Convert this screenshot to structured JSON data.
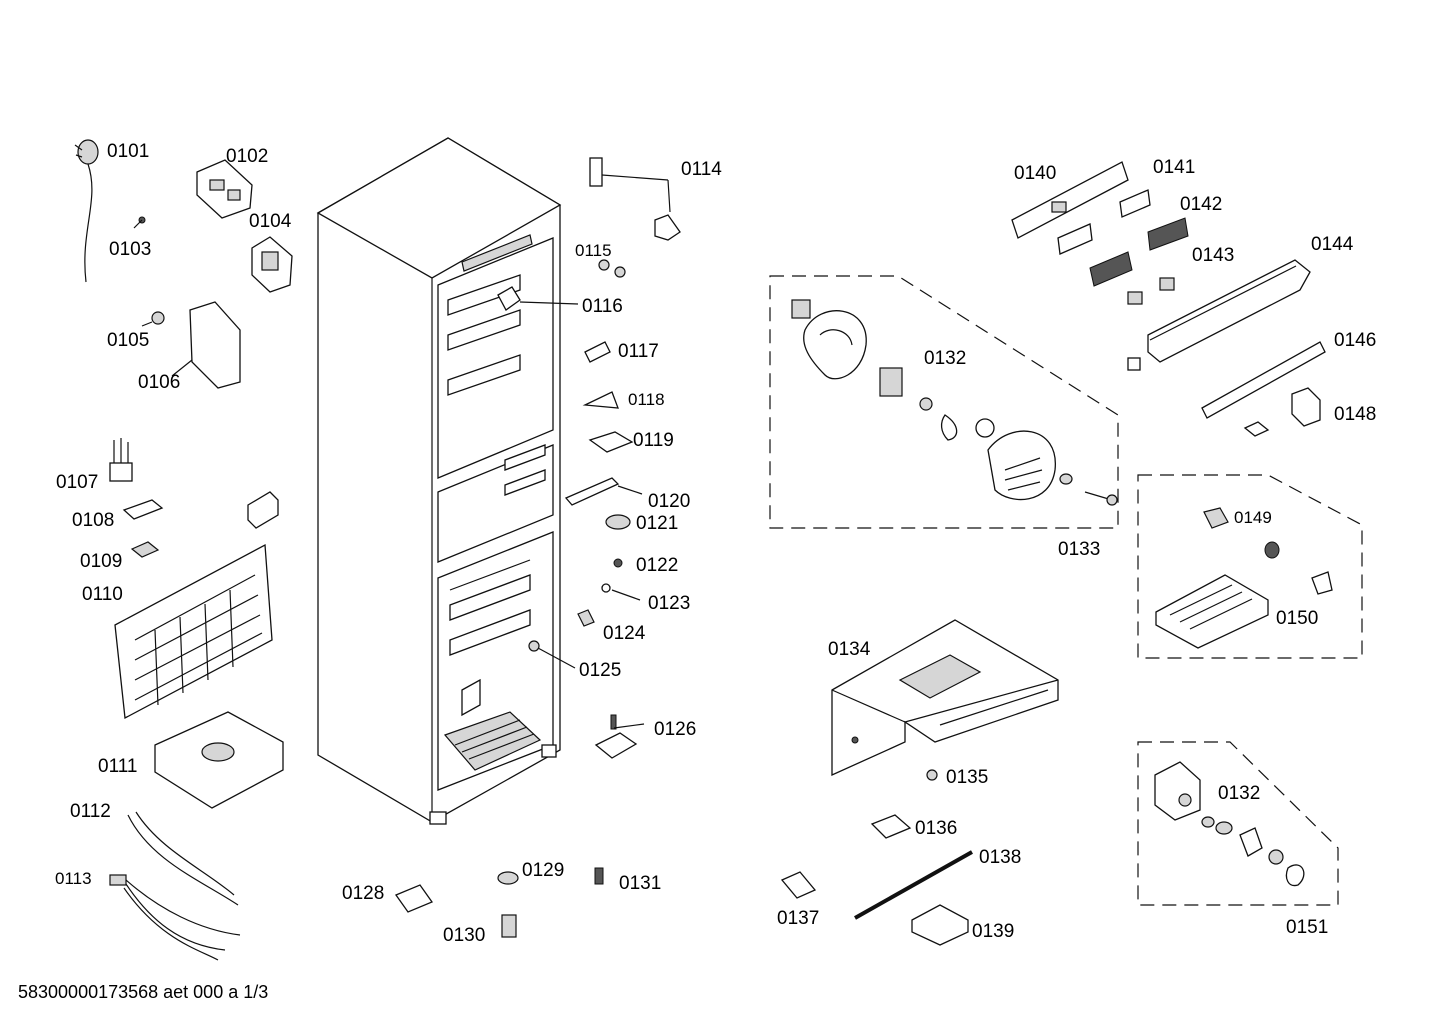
{
  "labels": {
    "p0101": "0101",
    "p0102": "0102",
    "p0103": "0103",
    "p0104": "0104",
    "p0105": "0105",
    "p0106": "0106",
    "p0107": "0107",
    "p0108": "0108",
    "p0109": "0109",
    "p0110": "0110",
    "p0111": "0111",
    "p0112": "0112",
    "p0113": "0113",
    "p0114": "0114",
    "p0115": "0115",
    "p0116": "0116",
    "p0117": "0117",
    "p0118": "0118",
    "p0119": "0119",
    "p0120": "0120",
    "p0121": "0121",
    "p0122": "0122",
    "p0123": "0123",
    "p0124": "0124",
    "p0125": "0125",
    "p0126": "0126",
    "p0128": "0128",
    "p0129": "0129",
    "p0130": "0130",
    "p0131": "0131",
    "p0132a": "0132",
    "p0132b": "0132",
    "p0133": "0133",
    "p0134": "0134",
    "p0135": "0135",
    "p0136": "0136",
    "p0137": "0137",
    "p0138": "0138",
    "p0139": "0139",
    "p0140": "0140",
    "p0141": "0141",
    "p0142": "0142",
    "p0143": "0143",
    "p0144": "0144",
    "p0146": "0146",
    "p0148": "0148",
    "p0149": "0149",
    "p0150": "0150",
    "p0151": "0151"
  },
  "footer": "58300000173568 aet 000 a 1/3"
}
